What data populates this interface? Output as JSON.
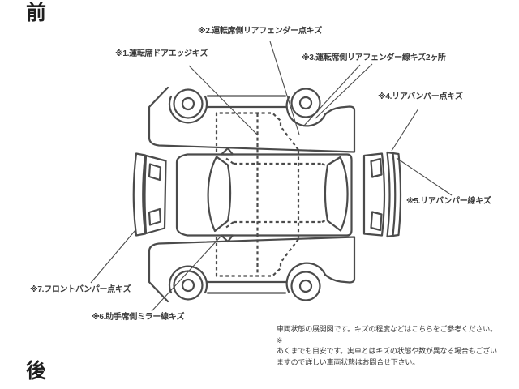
{
  "colors": {
    "background": "#ffffff",
    "line": "#4b4b4b",
    "text": "#3a3a3a"
  },
  "orientation_labels": {
    "front": "前",
    "rear": "後"
  },
  "annotations": [
    {
      "label": "※1.運転席ドアエッジキズ"
    },
    {
      "label": "※2.運転席側リアフェンダー点キズ"
    },
    {
      "label": "※3.運転席側リアフェンダー線キズ2ヶ所"
    },
    {
      "label": "※4.リアバンパー点キズ"
    },
    {
      "label": "※5.リアバンパー線キズ"
    },
    {
      "label": "※6.助手席側ミラー線キズ"
    },
    {
      "label": "※7.フロントバンパー点キズ"
    }
  ],
  "disclaimer": "車両状態の展開図です。キズの程度などはこちらをご参考ください。※\nあくまでも目安です。実車とはキズの状態や数が異なる場合もござい\nますので詳しい車両状態はお問合せ下さい。"
}
